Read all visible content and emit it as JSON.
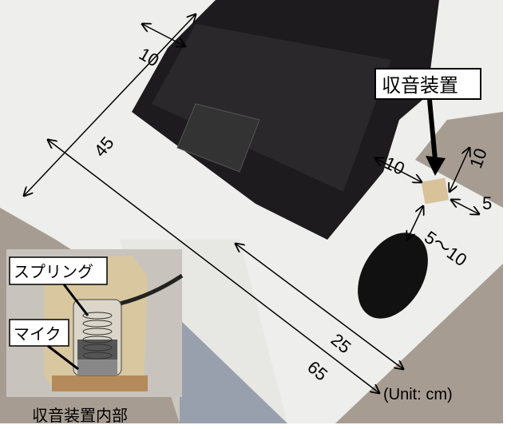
{
  "callout": {
    "device_label": "収音装置"
  },
  "dimensions": {
    "laptop_offset": "10",
    "table_depth": "45",
    "device_to_laptop": "10",
    "device_to_edge": "10",
    "device_size": "5",
    "device_to_mouse": "5〜10",
    "mouse_area": "25",
    "table_width": "65",
    "unit": "(Unit: cm)"
  },
  "inset": {
    "spring_label": "スプリング",
    "mic_label": "マイク",
    "caption": "収音装置内部"
  }
}
